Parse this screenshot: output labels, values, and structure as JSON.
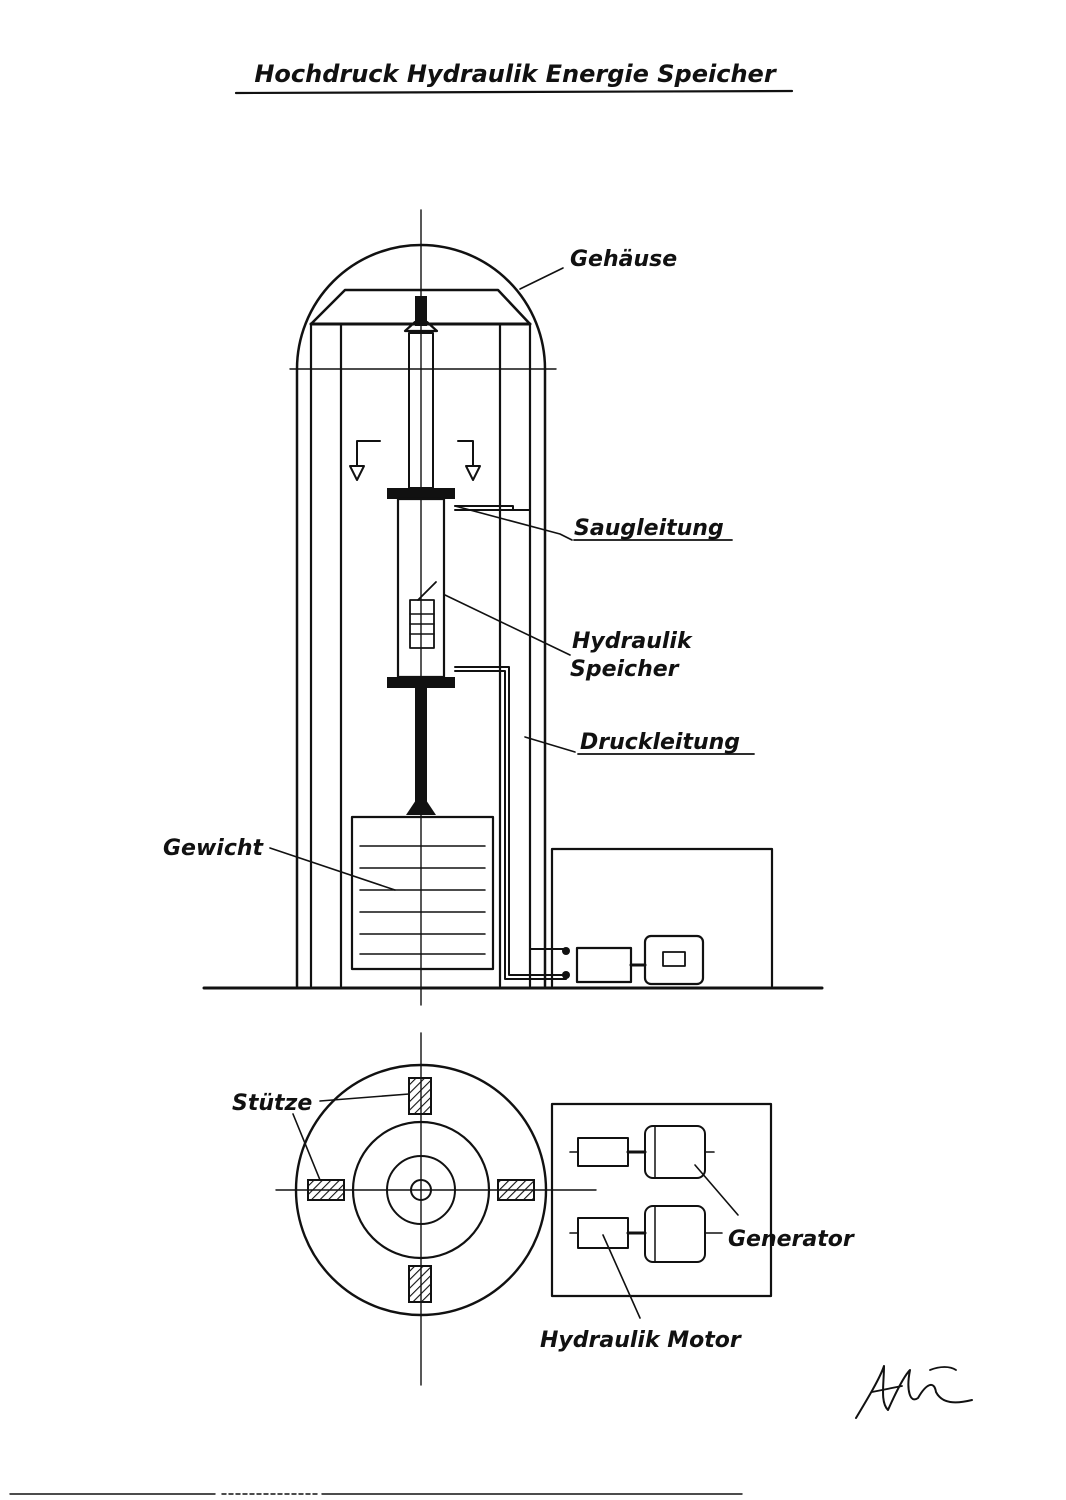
{
  "diagram": {
    "title": "Hochdruck Hydraulik Energie Speicher",
    "labels": {
      "gehaeuse": "Gehäuse",
      "saugleitung": "Saugleitung",
      "hydraulik_speicher_line1": "Hydraulik",
      "hydraulik_speicher_line2": "Speicher",
      "druckleitung": "Druckleitung",
      "gewicht": "Gewicht",
      "stuetze": "Stütze",
      "generator": "Generator",
      "hydraulik_motor": "Hydraulik Motor"
    }
  },
  "colors": {
    "ink": "#111111",
    "paper": "#ffffff"
  }
}
